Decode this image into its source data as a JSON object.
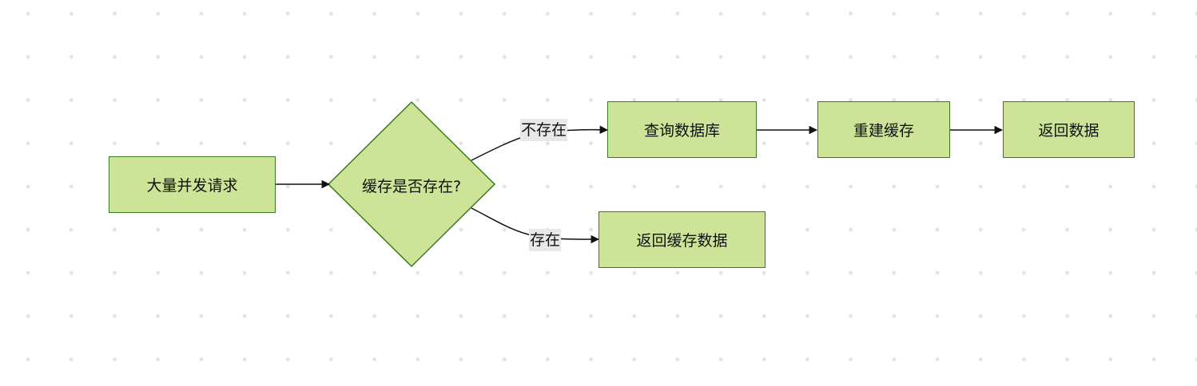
{
  "nodes": {
    "start": "大量并发请求",
    "decision": "缓存是否存在?",
    "query_db": "查询数据库",
    "rebuild": "重建缓存",
    "return_data": "返回数据",
    "return_cache": "返回缓存数据"
  },
  "edges": {
    "not_exist": "不存在",
    "exist": "存在"
  },
  "colors": {
    "node_fill": "#cde498",
    "node_border": "#3a7a22",
    "edge": "#111111",
    "label_bg": "#e8e8e8"
  }
}
